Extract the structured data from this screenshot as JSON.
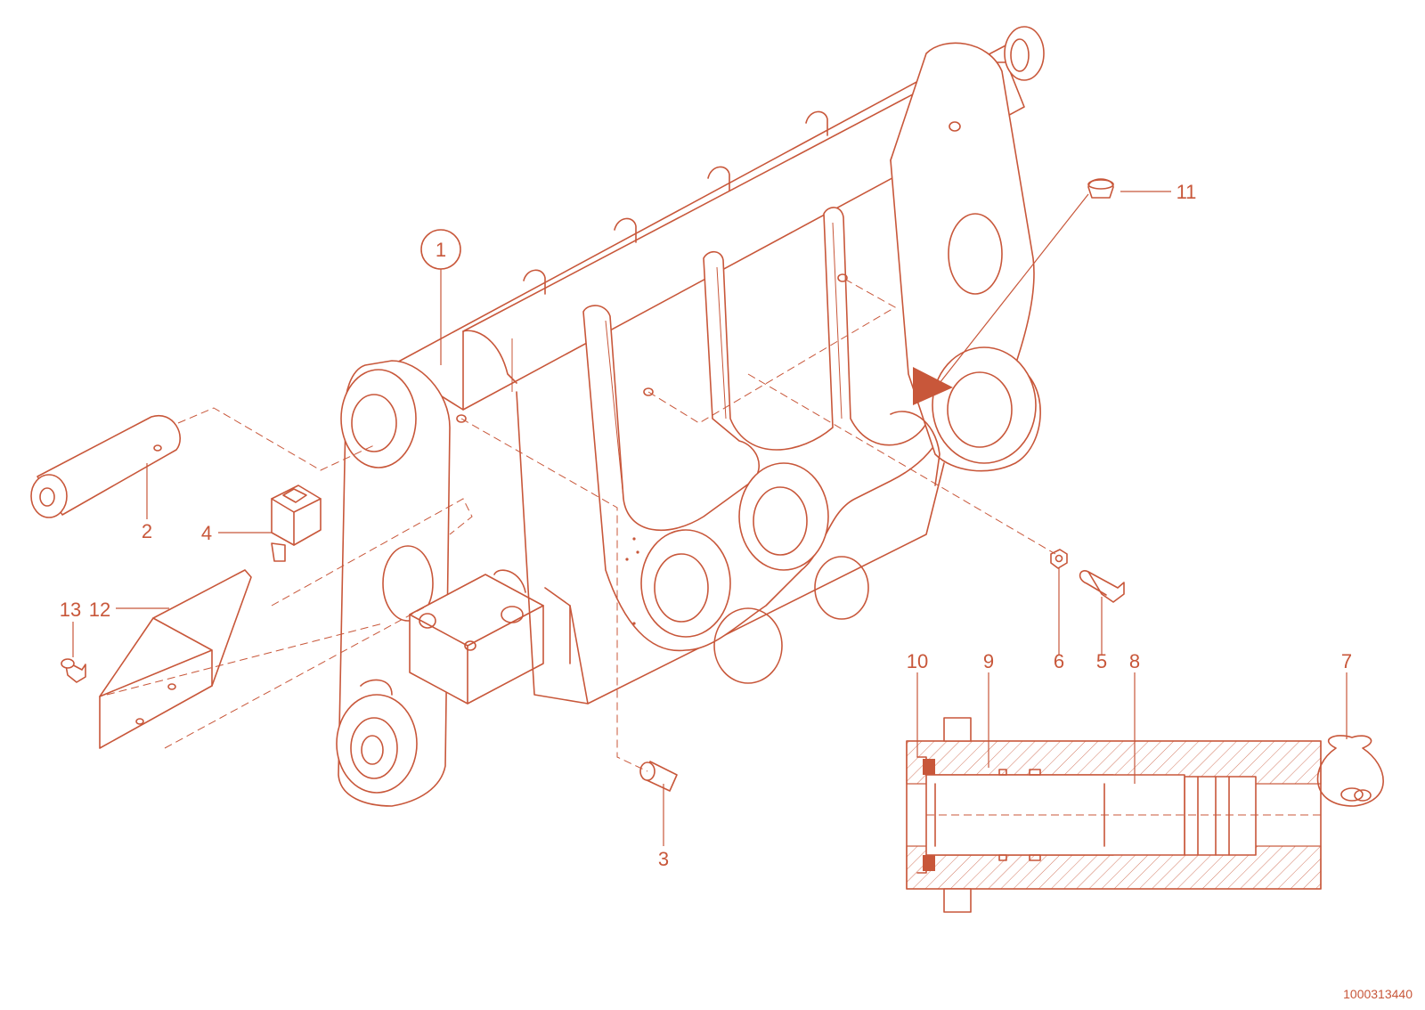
{
  "drawing": {
    "id_number": "1000313440",
    "accent_color": "#c8573a"
  },
  "callouts": [
    {
      "key": "c1",
      "label": "1"
    },
    {
      "key": "c2",
      "label": "2"
    },
    {
      "key": "c3",
      "label": "3"
    },
    {
      "key": "c4",
      "label": "4"
    },
    {
      "key": "c5",
      "label": "5"
    },
    {
      "key": "c6",
      "label": "6"
    },
    {
      "key": "c7",
      "label": "7"
    },
    {
      "key": "c8",
      "label": "8"
    },
    {
      "key": "c9",
      "label": "9"
    },
    {
      "key": "c10",
      "label": "10"
    },
    {
      "key": "c11",
      "label": "11"
    },
    {
      "key": "c12",
      "label": "12"
    },
    {
      "key": "c13",
      "label": "13"
    }
  ]
}
